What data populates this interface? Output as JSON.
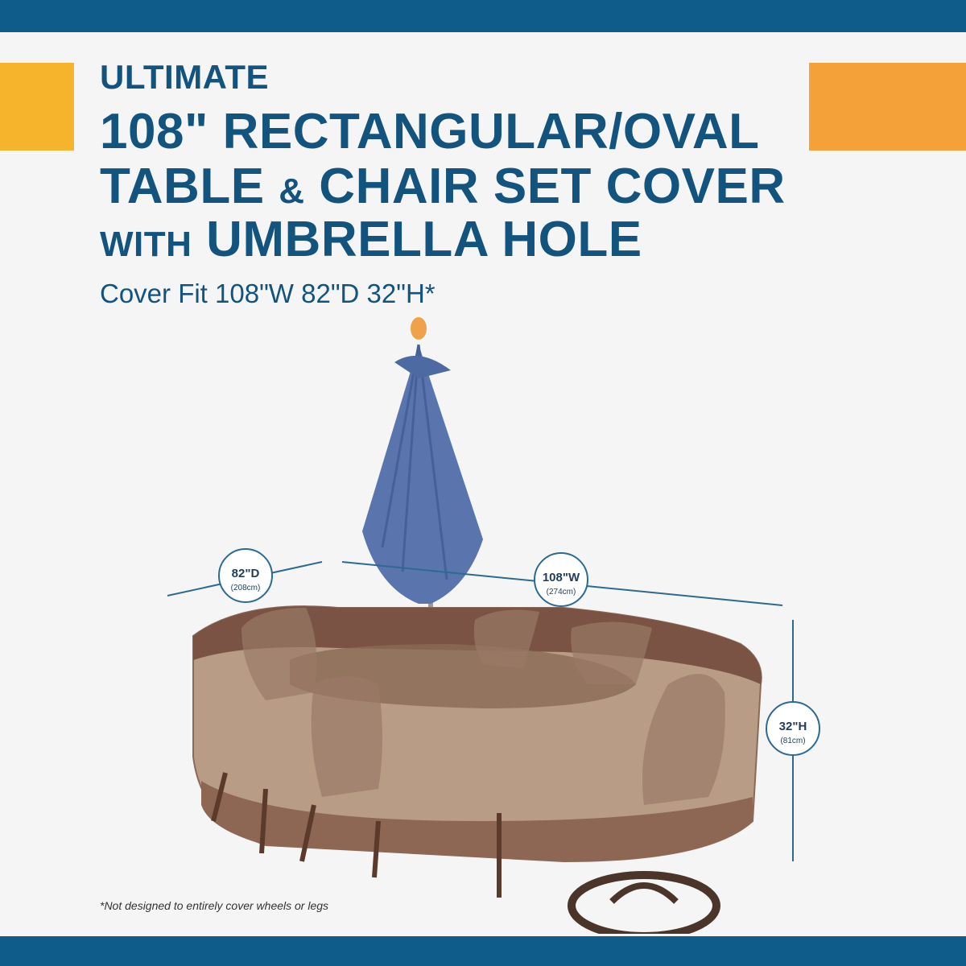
{
  "heading": {
    "eyebrow": "ULTIMATE",
    "line1": "108\" RECTANGULAR/OVAL",
    "line2_a": "TABLE",
    "line2_amp": "&",
    "line2_b": "CHAIR SET COVER",
    "line3_a": "WITH",
    "line3_b": "UMBRELLA HOLE"
  },
  "fit_line": "Cover Fit 108\"W 82\"D 32\"H*",
  "dimensions": {
    "depth": {
      "value": "82\"D",
      "metric": "(208cm)"
    },
    "width": {
      "value": "108\"W",
      "metric": "(274cm)"
    },
    "height": {
      "value": "32\"H",
      "metric": "(81cm)"
    }
  },
  "footnote": "*Not designed to entirely cover wheels or legs",
  "colors": {
    "brand_blue": "#0f5c8a",
    "title_blue": "#13547f",
    "accent_left": "#f5b42b",
    "accent_right": "#f5a13a",
    "cover_tan": "#b89c86",
    "cover_trim": "#7b5344",
    "umbrella_blue": "#5a75ad"
  }
}
